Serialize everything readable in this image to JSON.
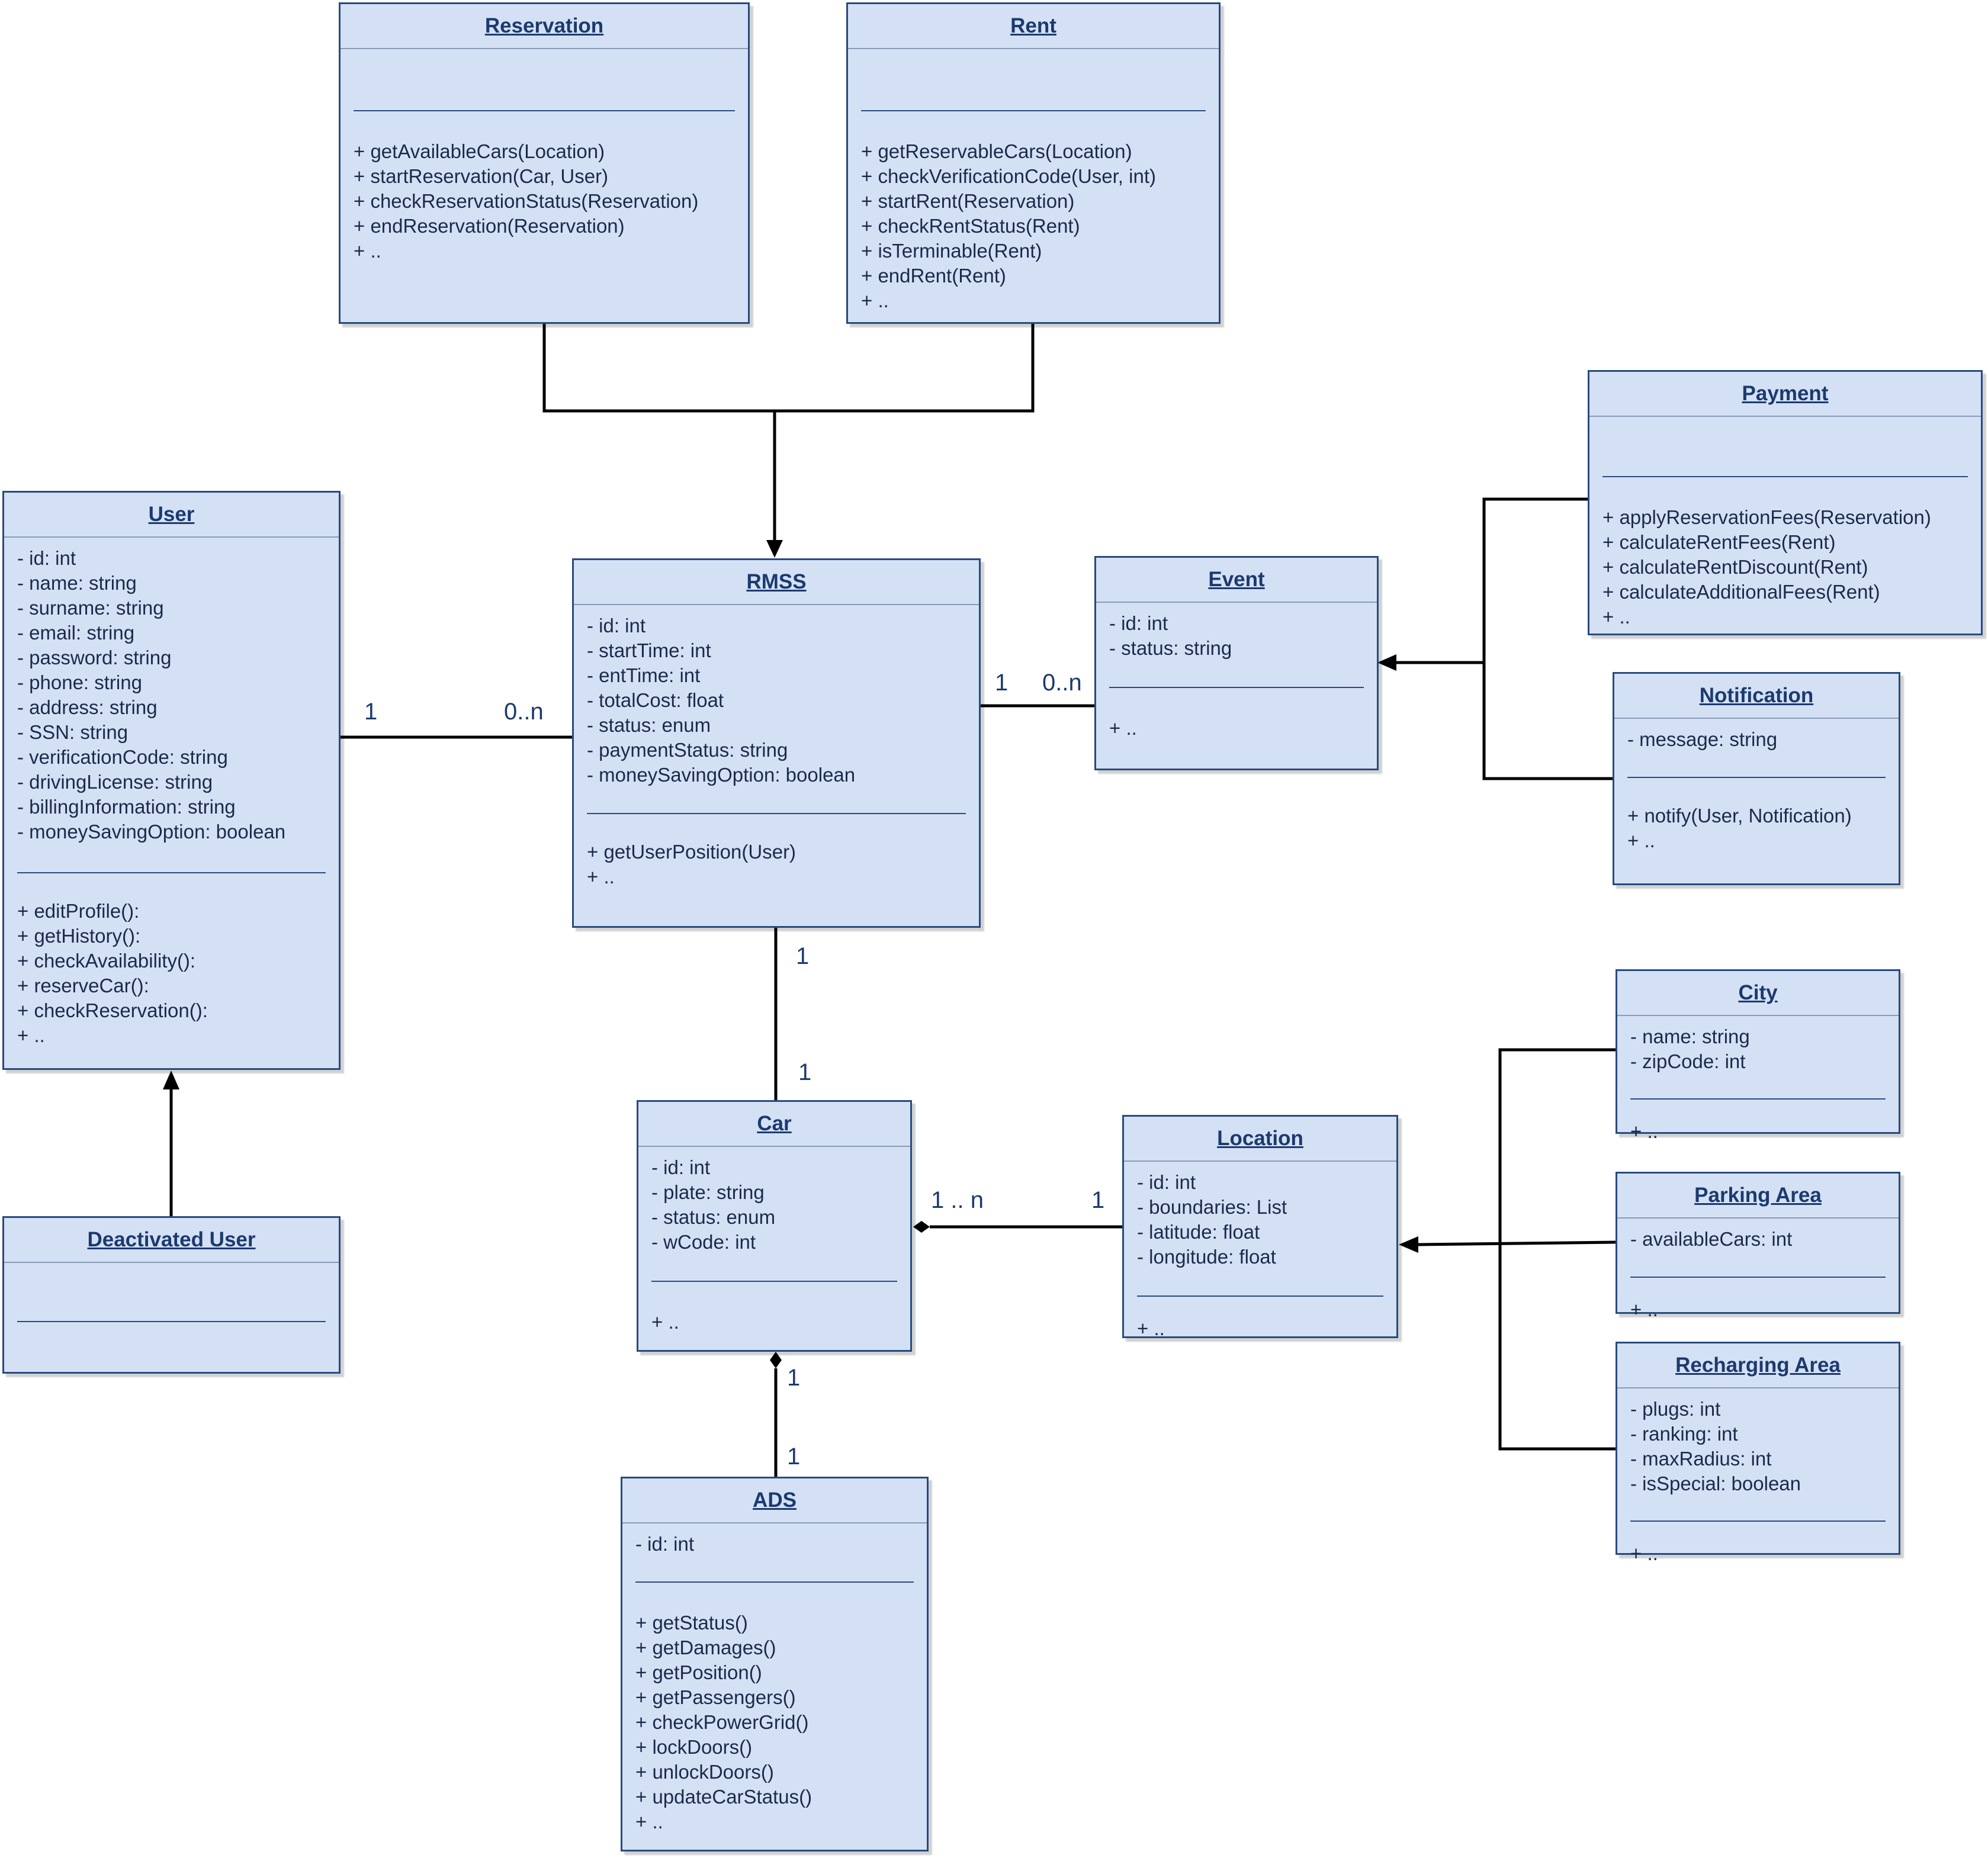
{
  "classes": {
    "reservation": {
      "name": "Reservation",
      "attributes": [],
      "methods": [
        "+ getAvailableCars(Location)",
        "+ startReservation(Car, User)",
        "+ checkReservationStatus(Reservation)",
        "+ endReservation(Reservation)",
        "+ .."
      ]
    },
    "rent": {
      "name": "Rent",
      "attributes": [],
      "methods": [
        "+ getReservableCars(Location)",
        "+ checkVerificationCode(User, int)",
        "+ startRent(Reservation)",
        "+ checkRentStatus(Rent)",
        "+ isTerminable(Rent)",
        "+ endRent(Rent)",
        "+ .."
      ]
    },
    "payment": {
      "name": "Payment",
      "attributes": [],
      "methods": [
        "+ applyReservationFees(Reservation)",
        "+ calculateRentFees(Rent)",
        "+ calculateRentDiscount(Rent)",
        "+ calculateAdditionalFees(Rent)",
        "+ .."
      ]
    },
    "user": {
      "name": "User",
      "attributes": [
        "- id: int",
        "- name: string",
        "- surname: string",
        "- email: string",
        "- password: string",
        "- phone: string",
        "- address: string",
        "- SSN: string",
        "- verificationCode: string",
        "- drivingLicense: string",
        "- billingInformation: string",
        "- moneySavingOption: boolean"
      ],
      "methods": [
        "+ editProfile():",
        "+ getHistory():",
        "+ checkAvailability():",
        "+ reserveCar():",
        "+ checkReservation():",
        "+ .."
      ]
    },
    "rmss": {
      "name": "RMSS",
      "attributes": [
        "- id: int",
        "- startTime: int",
        "- entTime: int",
        "- totalCost: float",
        "- status: enum",
        "- paymentStatus: string",
        "- moneySavingOption: boolean"
      ],
      "methods": [
        "+ getUserPosition(User)",
        "+ .."
      ]
    },
    "event": {
      "name": "Event",
      "attributes": [
        "- id: int",
        "- status: string"
      ],
      "methods": [
        "+ .."
      ]
    },
    "notification": {
      "name": "Notification",
      "attributes": [
        "- message: string"
      ],
      "methods": [
        "+ notify(User, Notification)",
        "+ .."
      ]
    },
    "city": {
      "name": "City",
      "attributes": [
        "- name: string",
        "- zipCode: int"
      ],
      "methods": [
        "+ .."
      ]
    },
    "car": {
      "name": "Car",
      "attributes": [
        "- id: int",
        "- plate: string",
        "- status: enum",
        "- wCode: int"
      ],
      "methods": [
        "+ .."
      ]
    },
    "location": {
      "name": "Location",
      "attributes": [
        "- id: int",
        "- boundaries: List",
        "- latitude: float",
        "- longitude: float"
      ],
      "methods": [
        "+ .."
      ]
    },
    "parking_area": {
      "name": "Parking Area",
      "attributes": [
        "- availableCars: int"
      ],
      "methods": [
        "+ .."
      ]
    },
    "deactivated_user": {
      "name": "Deactivated User",
      "attributes": [],
      "methods": []
    },
    "recharging_area": {
      "name": "Recharging Area",
      "attributes": [
        "- plugs: int",
        "- ranking: int",
        "- maxRadius: int",
        "- isSpecial: boolean"
      ],
      "methods": [
        "+ .."
      ]
    },
    "ads": {
      "name": "ADS",
      "attributes": [
        "- id: int"
      ],
      "methods": [
        "+ getStatus()",
        "+ getDamages()",
        "+ getPosition()",
        "+ getPassengers()",
        "+ checkPowerGrid()",
        "+ lockDoors()",
        "+ unlockDoors()",
        "+ updateCarStatus()",
        "+ .."
      ]
    }
  },
  "multiplicities": {
    "user_rmss_user_end": "1",
    "user_rmss_rmss_end": "0..n",
    "rmss_event_rmss_end": "1",
    "rmss_event_event_end": "0..n",
    "rmss_car_rmss_end": "1",
    "rmss_car_car_end": "1",
    "car_location_car_end": "1 .. n",
    "car_location_location_end": "1",
    "car_ads_car_end": "1",
    "car_ads_ads_end": "1"
  },
  "colors": {
    "class_fill": "#d4e1f5",
    "class_border": "#274b80",
    "line": "#000000"
  }
}
